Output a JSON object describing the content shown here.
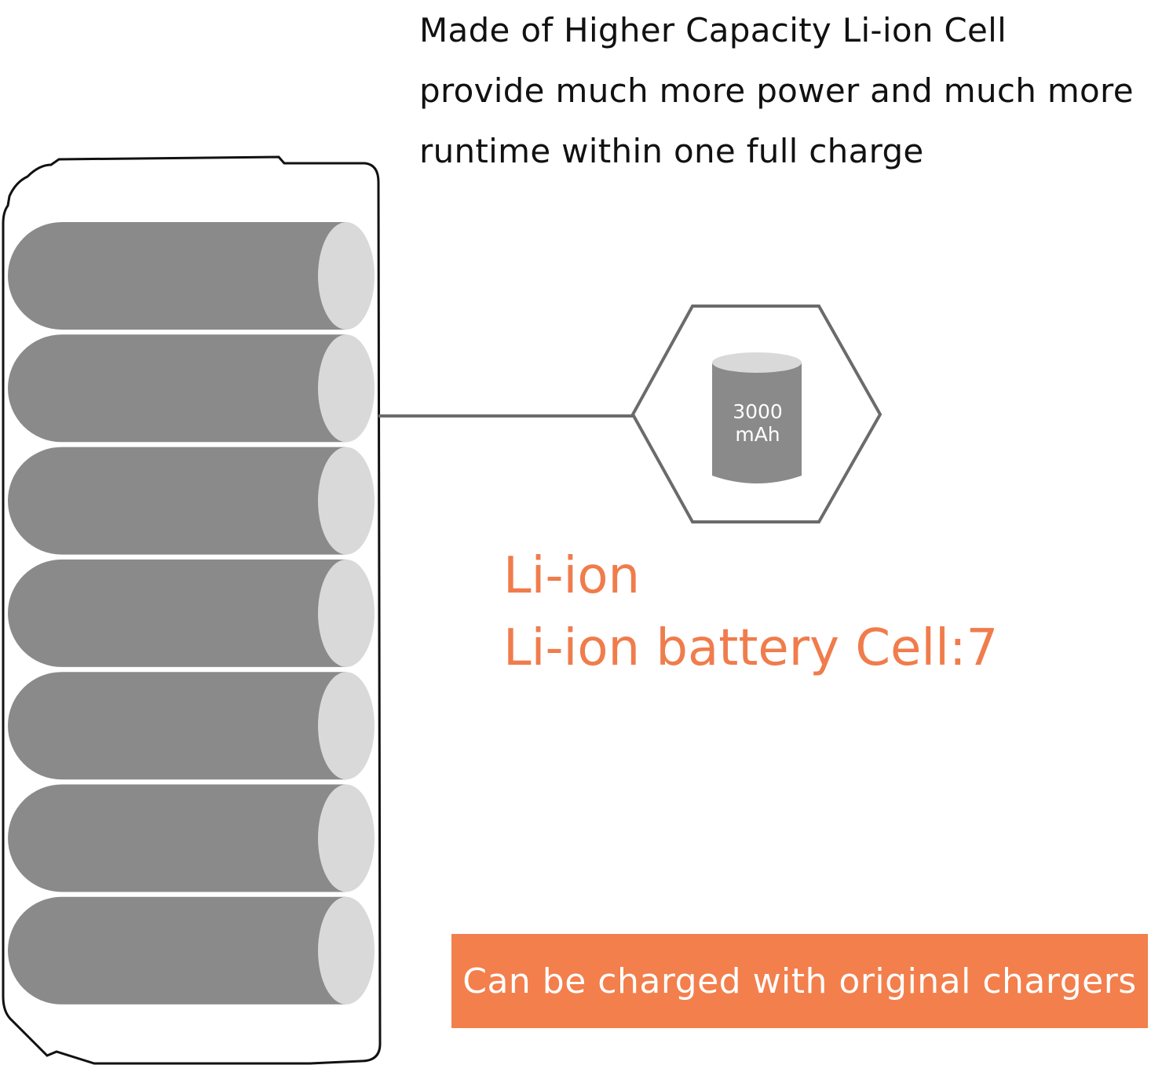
{
  "headline": {
    "lines": [
      "Made of Higher Capacity Li-ion Cell",
      "provide much more power and much more",
      "runtime within one full charge"
    ]
  },
  "cell_badge": {
    "capacity_line1": "3000",
    "capacity_line2": "mAh",
    "icon": "battery-cell-icon"
  },
  "battery_type": {
    "line1": "Li-ion",
    "line2": "Li-ion battery Cell:7"
  },
  "banner": {
    "text": "Can be charged with original chargers"
  },
  "pack": {
    "cell_count": 7,
    "icon": "battery-pack-icon"
  },
  "colors": {
    "accent": "#f37f4c",
    "accent_text": "#f07c4c",
    "cell_body": "#8a8a8a",
    "cell_cap": "#d9d9d9",
    "outline": "#6b6b6b"
  }
}
